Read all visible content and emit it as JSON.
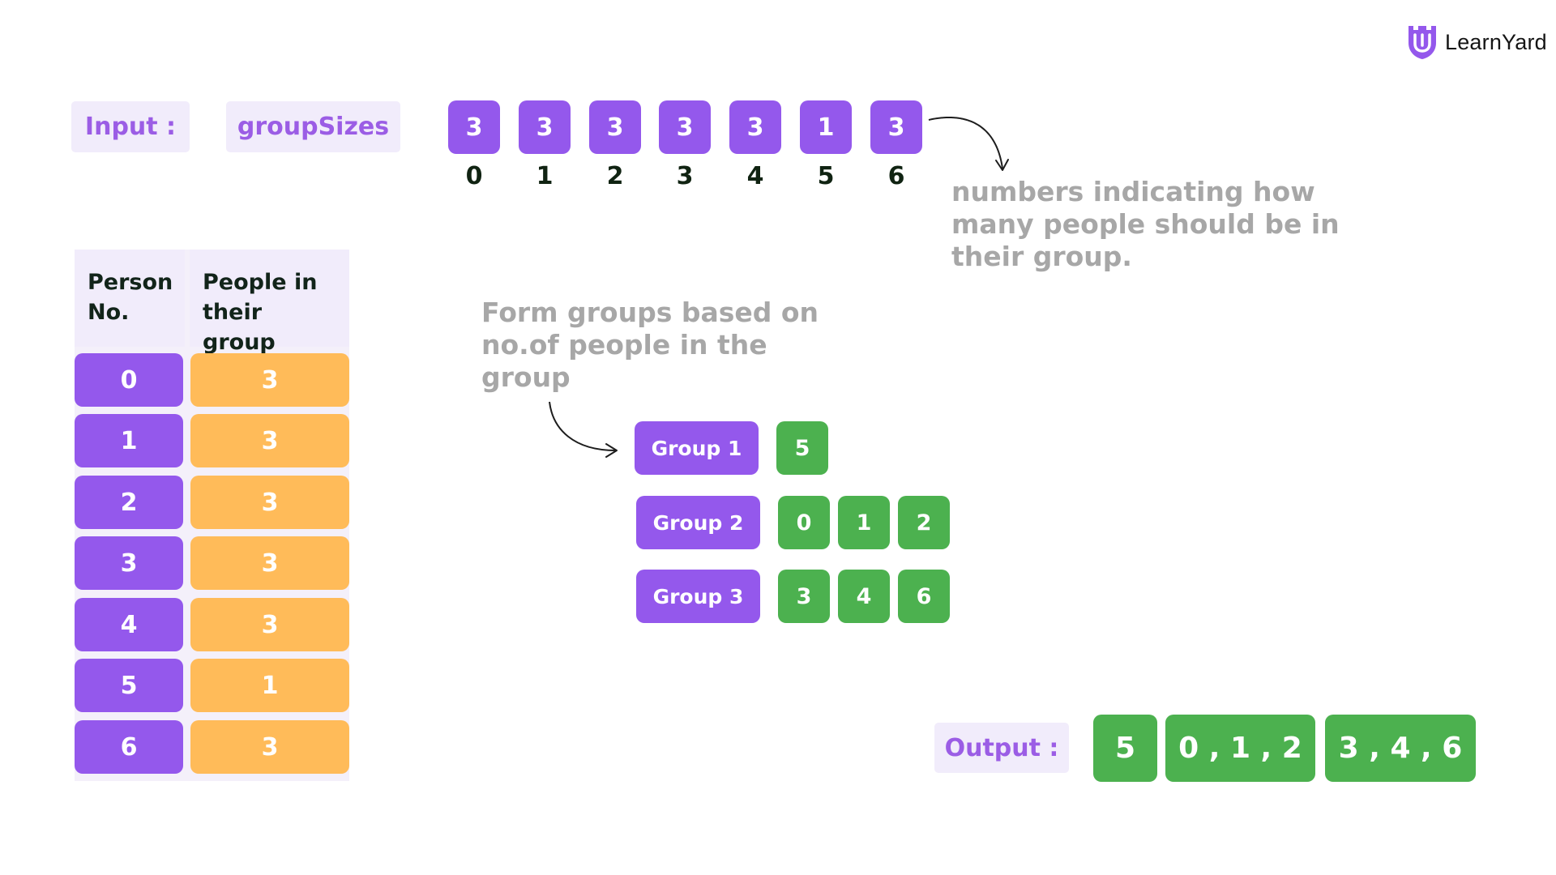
{
  "logo": {
    "text": "LearnYard"
  },
  "input": {
    "label": "Input :",
    "name": "groupSizes",
    "values": [
      "3",
      "3",
      "3",
      "3",
      "3",
      "1",
      "3"
    ],
    "indices": [
      "0",
      "1",
      "2",
      "3",
      "4",
      "5",
      "6"
    ],
    "note_lines": [
      "numbers indicating how",
      "many people should be in",
      "their group."
    ]
  },
  "table": {
    "col1_header_lines": [
      "Person",
      "No."
    ],
    "col2_header_lines": [
      "People in",
      "their group"
    ],
    "rows": [
      {
        "person": "0",
        "size": "3"
      },
      {
        "person": "1",
        "size": "3"
      },
      {
        "person": "2",
        "size": "3"
      },
      {
        "person": "3",
        "size": "3"
      },
      {
        "person": "4",
        "size": "3"
      },
      {
        "person": "5",
        "size": "1"
      },
      {
        "person": "6",
        "size": "3"
      }
    ]
  },
  "groups": {
    "note_lines": [
      "Form groups based on",
      "no.of people in the",
      "group"
    ],
    "items": [
      {
        "label": "Group 1",
        "members": [
          "5"
        ]
      },
      {
        "label": "Group 2",
        "members": [
          "0",
          "1",
          "2"
        ]
      },
      {
        "label": "Group 3",
        "members": [
          "3",
          "4",
          "6"
        ]
      }
    ]
  },
  "output": {
    "label": "Output :",
    "values": [
      "5",
      "0 , 1 , 2",
      "3 , 4 , 6"
    ]
  },
  "colors": {
    "purple": "#9458ec",
    "green": "#4cb14f",
    "orange": "#ffbb59",
    "label_bg": "#f1ecfb",
    "note_gray": "#a7a7a7"
  }
}
